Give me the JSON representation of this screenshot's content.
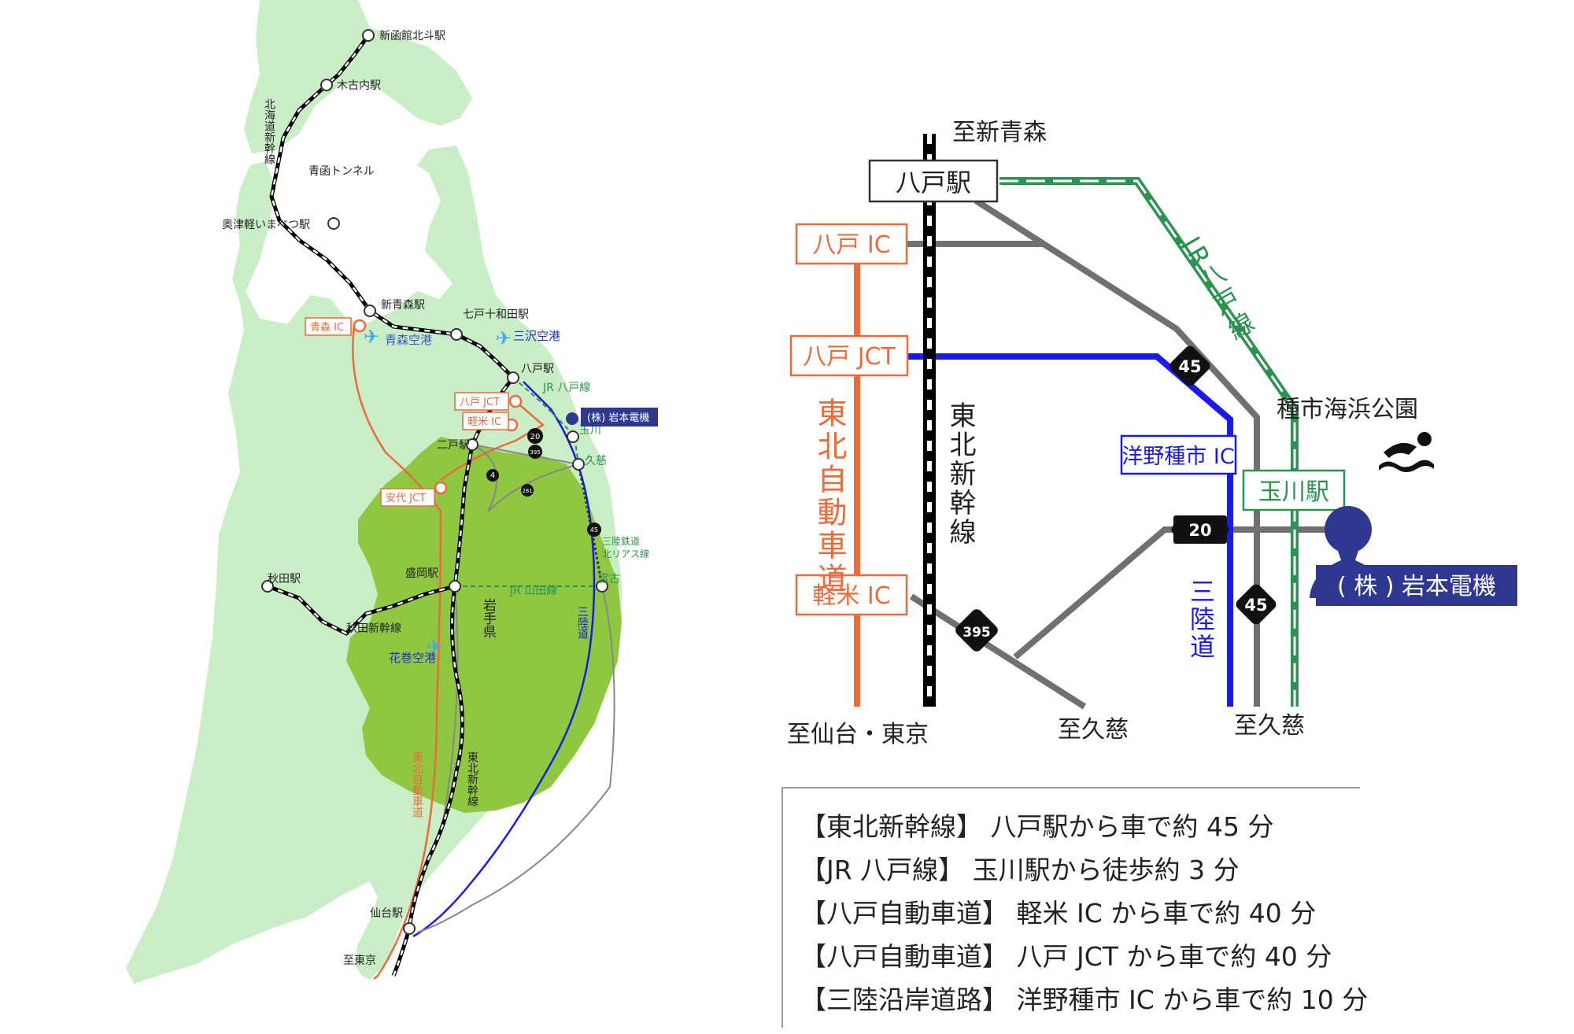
{
  "colors": {
    "land": "#c9edc4",
    "iwate": "#8fc740",
    "expressway": "#ee6a3a",
    "sanriku": "#1a1aee",
    "jr_line": "#2b9350",
    "road": "#707070",
    "company": "#2e3891",
    "airport": "#3da9f5"
  },
  "overview_map": {
    "stations": [
      {
        "id": "shin-hakodate-hokuto",
        "label": "新函館北斗駅"
      },
      {
        "id": "kikonai",
        "label": "木古内駅"
      },
      {
        "id": "okutsugaru-imabetsu",
        "label": "奥津軽いまべつ駅"
      },
      {
        "id": "shin-aomori",
        "label": "新青森駅"
      },
      {
        "id": "shichinohe-towada",
        "label": "七戸十和田駅"
      },
      {
        "id": "hachinohe",
        "label": "八戸駅"
      },
      {
        "id": "ninohe",
        "label": "二戸駅"
      },
      {
        "id": "morioka",
        "label": "盛岡駅"
      },
      {
        "id": "akita",
        "label": "秋田駅"
      },
      {
        "id": "sendai",
        "label": "仙台駅"
      },
      {
        "id": "tamagawa",
        "label": "玉川"
      },
      {
        "id": "kuji",
        "label": "久慈"
      },
      {
        "id": "miyako",
        "label": "宮古"
      }
    ],
    "lines": {
      "hokkaido_shinkansen": "北海道新幹線",
      "seikan_tunnel": "青函トンネル",
      "akita_shinkansen": "秋田新幹線",
      "tohoku_shinkansen": "東北新幹線",
      "jr_hachinohe": "JR 八戸線",
      "jr_yamada": "JR 山田線",
      "sanriku_railway": "三陸鉄道",
      "kita_rias": "北リアス線",
      "sanriku_road": "三陸道",
      "tohoku_expressway": "東北自動車道"
    },
    "interchanges": {
      "aomori_ic": "青森 IC",
      "hachinohe_jct": "八戸 JCT",
      "karumai_ic": "軽米 IC",
      "ashiro_jct": "安代 JCT"
    },
    "airports": {
      "aomori": "青森空港",
      "misawa": "三沢空港",
      "hanamaki": "花巻空港"
    },
    "prefecture": "岩手県",
    "company": "(株) 岩本電機",
    "to_tokyo": "至東京",
    "route_numbers": [
      "20",
      "4",
      "395",
      "281",
      "45"
    ]
  },
  "detail_map": {
    "to_shin_aomori": "至新青森",
    "hachinohe_station": "八戸駅",
    "hachinohe_ic": "八戸 IC",
    "hachinohe_jct": "八戸 JCT",
    "karumai_ic": "軽米 IC",
    "tohoku_expressway": "東北自動車道",
    "tohoku_shinkansen": "東北新幹線",
    "jr_hachinohe_line": "JR八戸線",
    "hirono_taneichi_ic": "洋野種市 IC",
    "sanriku_road": "三陸道",
    "tamagawa_station": "玉川駅",
    "taneichi_park": "種市海浜公園",
    "company": "( 株 ) 岩本電機",
    "to_sendai_tokyo": "至仙台・東京",
    "to_kuji_1": "至久慈",
    "to_kuji_2": "至久慈",
    "route_20": "20",
    "route_45_a": "45",
    "route_45_b": "45",
    "route_395": "395"
  },
  "access": [
    "【東北新幹線】 八戸駅から車で約 45 分",
    "【JR 八戸線】 玉川駅から徒歩約 3 分",
    "【八戸自動車道】 軽米 IC から車で約 40 分",
    "【八戸自動車道】 八戸 JCT から車で約 40 分",
    "【三陸沿岸道路】 洋野種市 IC から車で約 10 分"
  ]
}
